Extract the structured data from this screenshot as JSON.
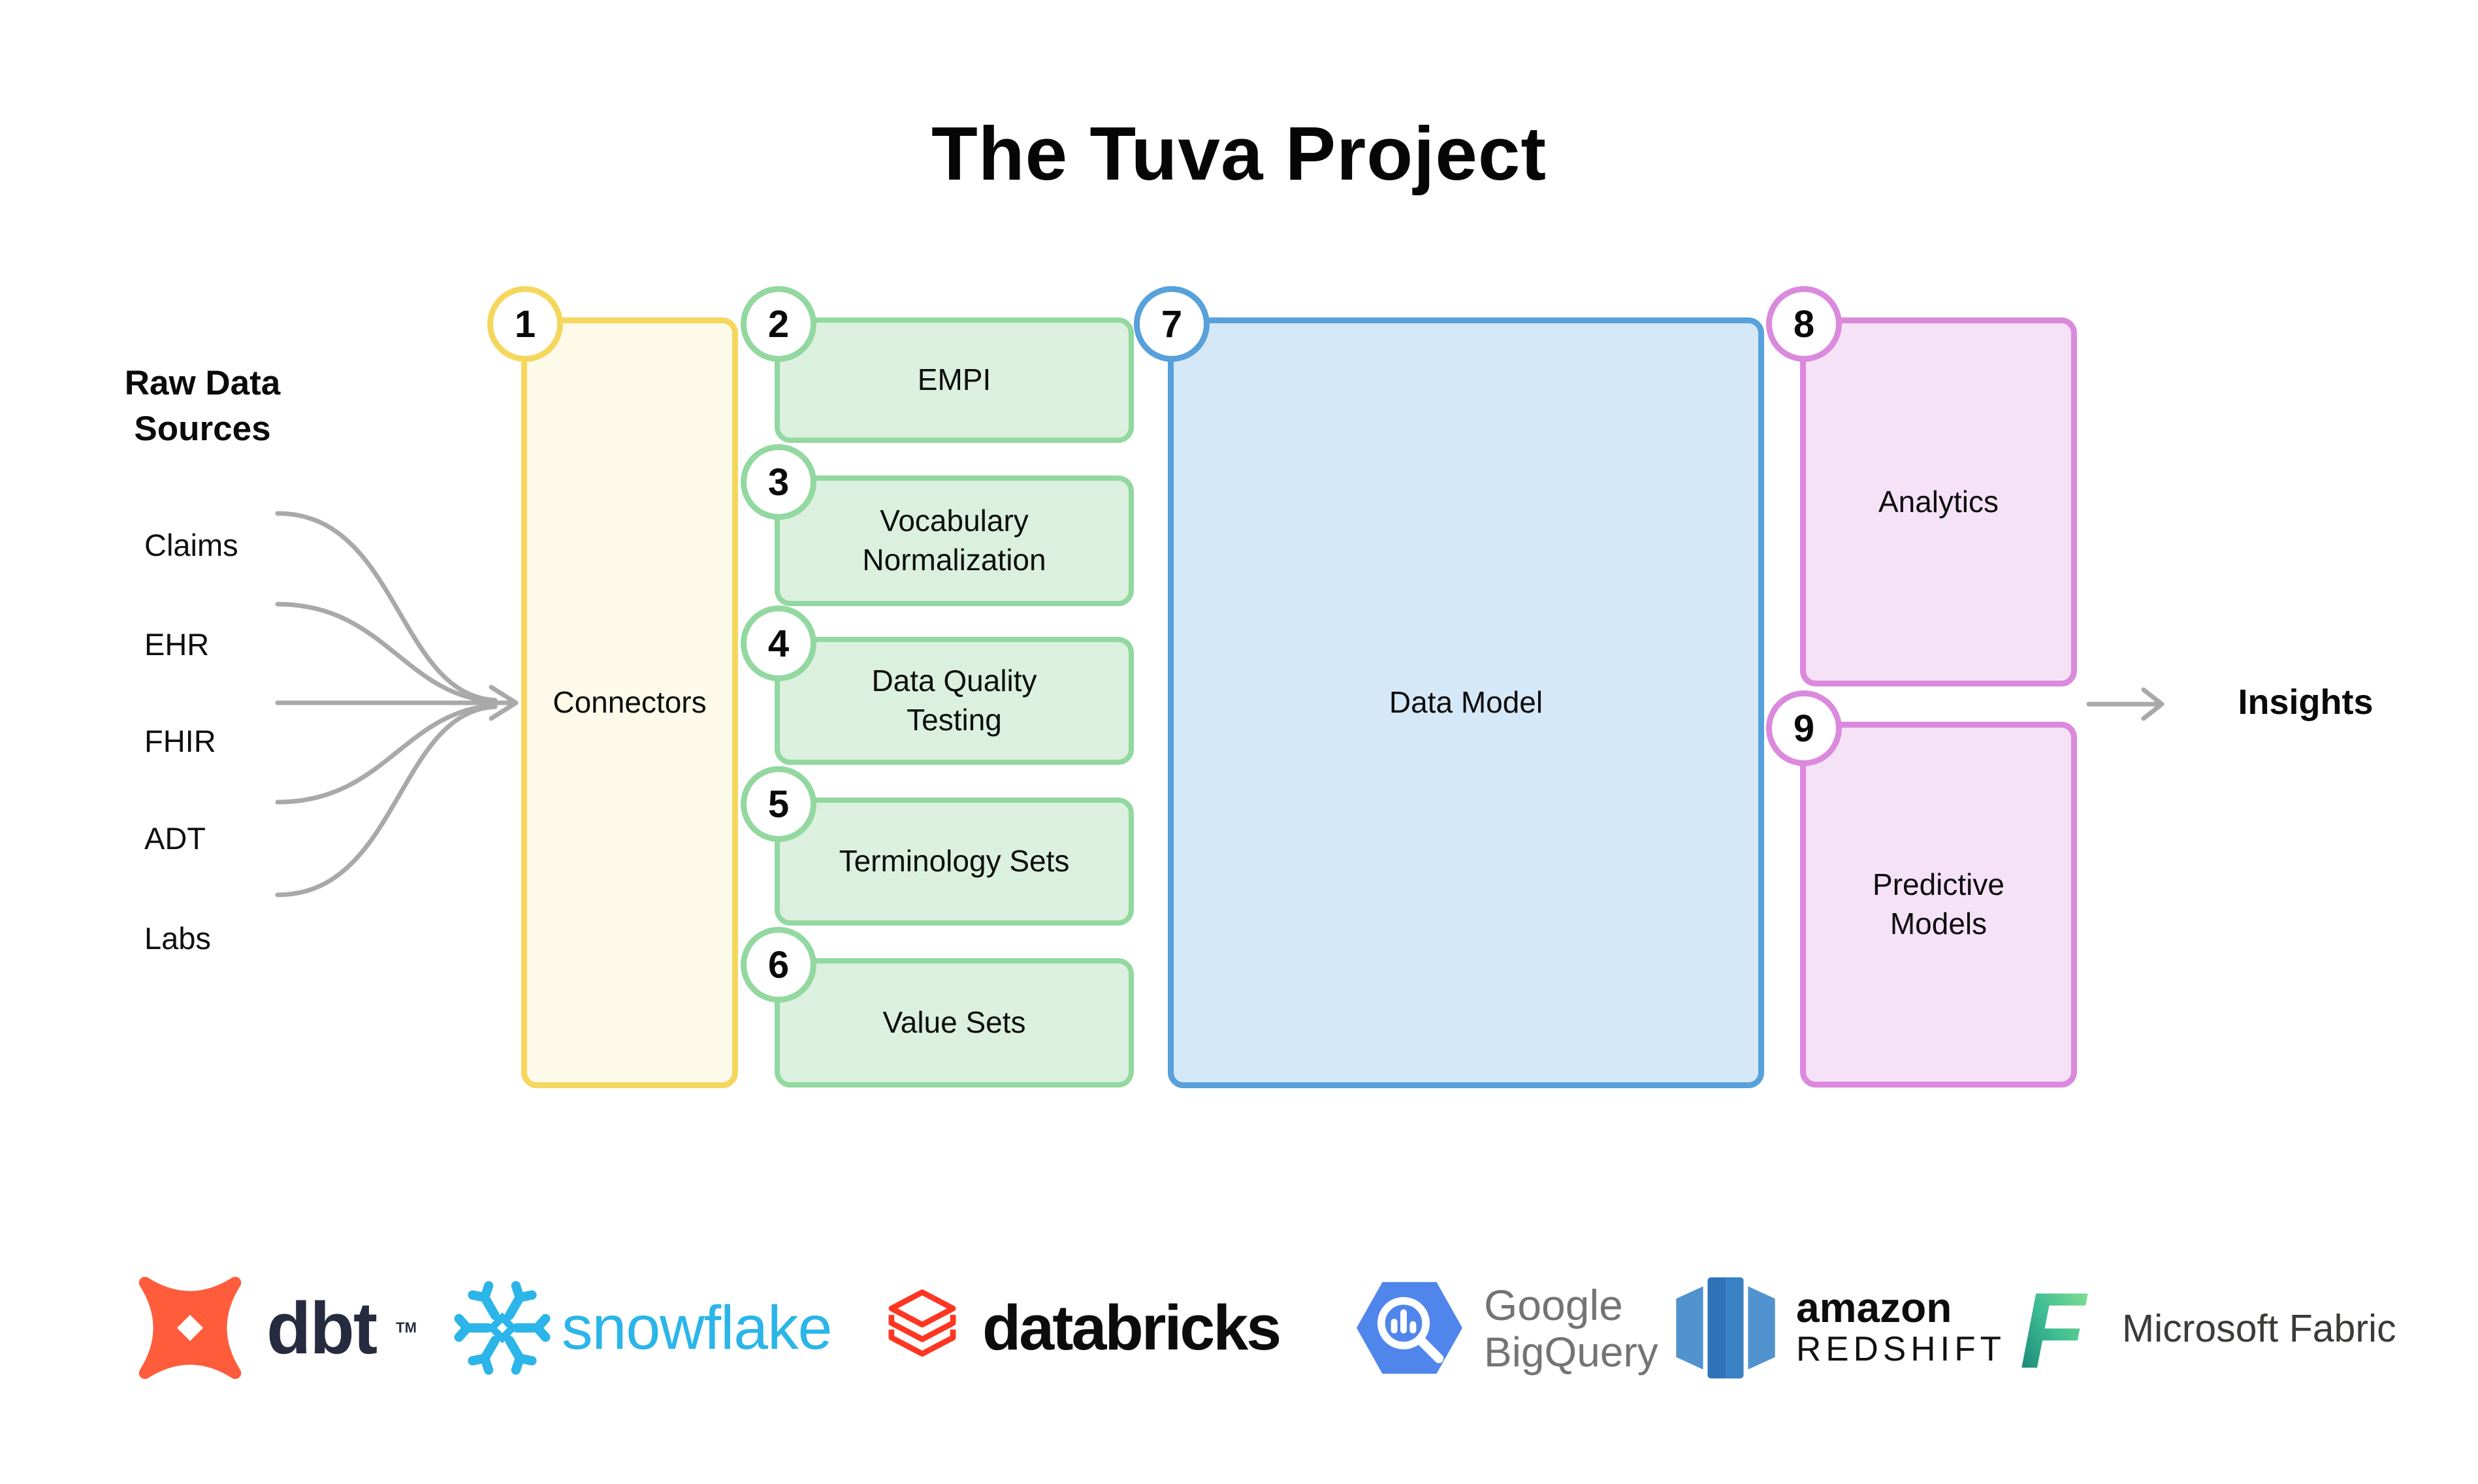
{
  "title": "The Tuva Project",
  "raw_sources": {
    "heading": "Raw Data Sources",
    "items": [
      "Claims",
      "EHR",
      "FHIR",
      "ADT",
      "Labs"
    ]
  },
  "stages": [
    {
      "num": "1",
      "label": "Connectors"
    },
    {
      "num": "2",
      "label": "EMPI"
    },
    {
      "num": "3",
      "label": "Vocabulary Normalization"
    },
    {
      "num": "4",
      "label": "Data Quality Testing"
    },
    {
      "num": "5",
      "label": "Terminology Sets"
    },
    {
      "num": "6",
      "label": "Value Sets"
    },
    {
      "num": "7",
      "label": "Data Model"
    },
    {
      "num": "8",
      "label": "Analytics"
    },
    {
      "num": "9",
      "label": "Predictive Models"
    }
  ],
  "output_label": "Insights",
  "logos": {
    "dbt": {
      "name": "dbt",
      "tm": "TM"
    },
    "snowflake": {
      "name": "snowflake"
    },
    "databricks": {
      "name": "databricks"
    },
    "bigquery": {
      "line1": "Google",
      "line2": "BigQuery"
    },
    "redshift": {
      "line1": "amazon",
      "line2": "REDSHIFT"
    },
    "fabric": {
      "name": "Microsoft Fabric"
    }
  },
  "colors": {
    "connectors_border": "#F5D75E",
    "connectors_fill": "#FDFAE9",
    "steps_border": "#92D8A0",
    "steps_fill": "#DBF0DE",
    "data_model_border": "#58A1DA",
    "data_model_fill": "#D5E8F7",
    "outputs_border": "#DB89DD",
    "outputs_fill": "#F5E2F7",
    "arrow_gray": "#A9A9A9",
    "dbt_orange": "#FF5C3C",
    "snowflake_blue": "#2BB5E8",
    "databricks_red": "#FF3621",
    "bigquery_blue": "#5086EC",
    "redshift_blue": "#2E73B8",
    "fabric_teal": "#2BB39B"
  }
}
